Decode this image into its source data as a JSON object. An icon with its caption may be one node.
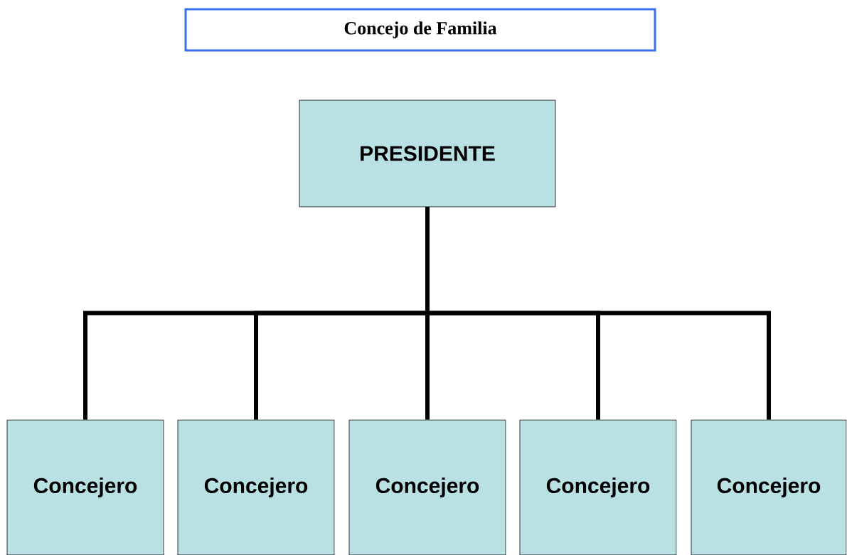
{
  "diagram": {
    "title": "Concejo de Familia",
    "nodes": [
      {
        "text": [
          "PRESIDENTE"
        ]
      },
      {
        "text": [
          "Concejero"
        ]
      },
      {
        "text": [
          "Concejero"
        ]
      },
      {
        "text": [
          "Concejero"
        ]
      },
      {
        "text": [
          "Concejero"
        ]
      },
      {
        "text": [
          "Concejero"
        ]
      }
    ],
    "edges": [
      {
        "from": 0,
        "to": 1,
        "arrow": "none"
      },
      {
        "from": 0,
        "to": 2,
        "arrow": "none"
      },
      {
        "from": 0,
        "to": 3,
        "arrow": "none"
      },
      {
        "from": 0,
        "to": 4,
        "arrow": "none"
      },
      {
        "from": 0,
        "to": 5,
        "arrow": "none"
      }
    ]
  }
}
